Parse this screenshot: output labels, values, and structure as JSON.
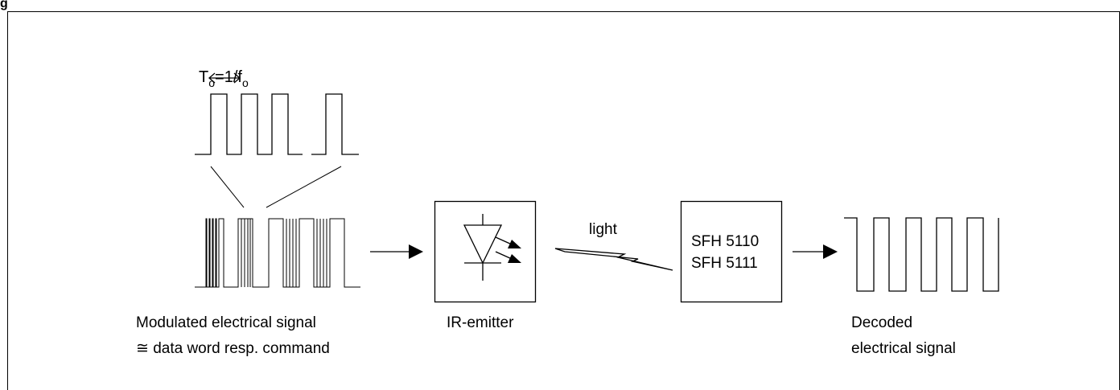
{
  "header": {
    "caption_partial": "g"
  },
  "period_label": {
    "T": "T",
    "T_sub": "o",
    "eq": "=1/f",
    "f_sub": "o"
  },
  "light_label": "light",
  "sensor_box": {
    "line1": "SFH 5110",
    "line2": "SFH 5111"
  },
  "captions": {
    "modulated_line1": "Modulated electrical signal",
    "modulated_line2": "≅ data word resp. command",
    "emitter": "IR-emitter",
    "decoded_line1": "Decoded",
    "decoded_line2": "electrical signal"
  }
}
